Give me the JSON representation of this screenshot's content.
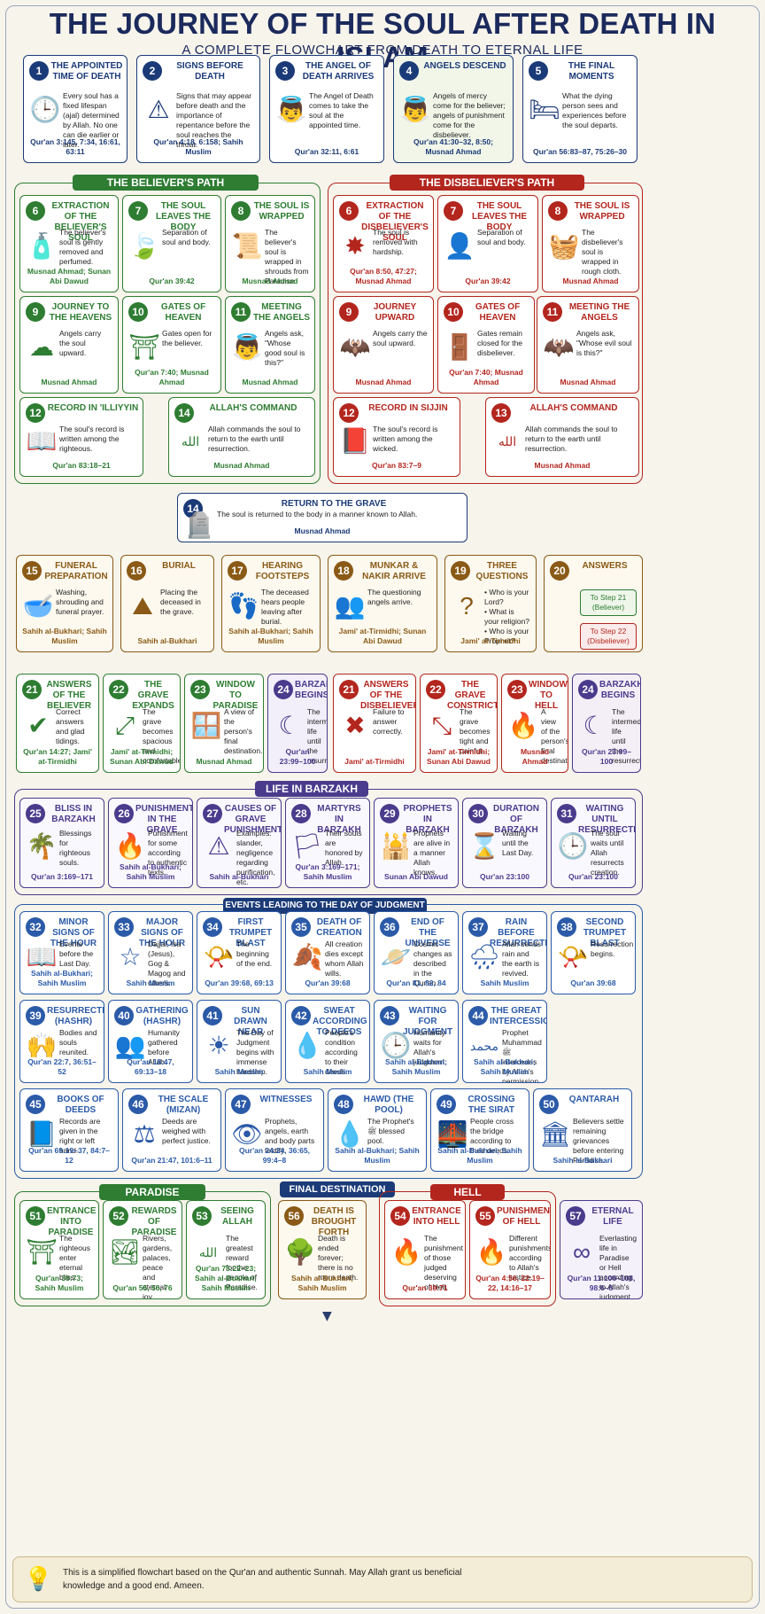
{
  "title": "THE JOURNEY OF THE SOUL AFTER DEATH IN ISLAM",
  "subtitle": "A COMPLETE FLOWCHART FROM DEATH TO ETERNAL LIFE",
  "colors": {
    "navy": "#1b3a78",
    "green": "#2e7d32",
    "red": "#b3261e",
    "brown": "#8a5a16",
    "purple": "#4a3b8c",
    "blue": "#2b5aa8"
  },
  "sections": {
    "believer": "THE BELIEVER'S PATH",
    "disbeliever": "THE DISBELIEVER'S PATH",
    "barzakh": "LIFE IN BARZAKH",
    "events": "EVENTS LEADING TO THE DAY OF JUDGMENT",
    "paradise": "PARADISE",
    "final": "FINAL DESTINATION",
    "hell": "HELL"
  },
  "top_steps": [
    {
      "n": "1",
      "title": "THE APPOINTED TIME OF DEATH",
      "icon": "clock-icon",
      "glyph": "🕒",
      "desc": "Every soul has a fixed lifespan (ajal) determined by Allah. No one can die earlier or later.",
      "ref": "Qur'an 3:145, 7:34, 16:61, 63:11"
    },
    {
      "n": "2",
      "title": "SIGNS BEFORE DEATH",
      "icon": "warning-icon",
      "glyph": "⚠",
      "desc": "Signs that may appear before death and the importance of repentance before the soul reaches the throat.",
      "ref": "Qur'an 4:18, 6:158; Sahih Muslim"
    },
    {
      "n": "3",
      "title": "THE ANGEL OF DEATH ARRIVES",
      "icon": "angel-icon",
      "glyph": "👼",
      "desc": "The Angel of Death comes to take the soul at the appointed time.",
      "ref": "Qur'an 32:11, 6:61"
    },
    {
      "n": "4",
      "title": "ANGELS DESCEND",
      "icon": "angel-icon",
      "glyph": "👼",
      "desc": "Angels of mercy come for the believer; angels of punishment come for the disbeliever.",
      "ref": "Qur'an 41:30–32, 8:50; Musnad Ahmad"
    },
    {
      "n": "5",
      "title": "THE FINAL MOMENTS",
      "icon": "bed-icon",
      "glyph": "🛏",
      "desc": "What the dying person sees and experiences before the soul departs.",
      "ref": "Qur'an 56:83–87, 75:26–30"
    }
  ],
  "believer_steps": [
    {
      "n": "6",
      "title": "EXTRACTION OF THE BELIEVER'S SOUL",
      "icon": "perfume-icon",
      "glyph": "🧴",
      "desc": "The believer's soul is gently removed and perfumed.",
      "ref": "Musnad Ahmad; Sunan Abi Dawud"
    },
    {
      "n": "7",
      "title": "THE SOUL LEAVES THE BODY",
      "icon": "leaf-icon",
      "glyph": "🍃",
      "desc": "Separation of soul and body.",
      "ref": "Qur'an 39:42"
    },
    {
      "n": "8",
      "title": "THE SOUL IS WRAPPED",
      "icon": "shroud-icon",
      "glyph": "📜",
      "desc": "The believer's soul is wrapped in shrouds from Paradise.",
      "ref": "Musnad Ahmad"
    },
    {
      "n": "9",
      "title": "JOURNEY TO THE HEAVENS",
      "icon": "cloud-icon",
      "glyph": "☁",
      "desc": "Angels carry the soul upward.",
      "ref": "Musnad Ahmad"
    },
    {
      "n": "10",
      "title": "GATES OF HEAVEN",
      "icon": "gate-icon",
      "glyph": "⛩",
      "desc": "Gates open for the believer.",
      "ref": "Qur'an 7:40; Musnad Ahmad"
    },
    {
      "n": "11",
      "title": "MEETING THE ANGELS",
      "icon": "angel-icon",
      "glyph": "👼",
      "desc": "Angels ask, \"Whose good soul is this?\"",
      "ref": "Musnad Ahmad"
    },
    {
      "n": "12",
      "title": "RECORD IN 'ILLIYYIN",
      "icon": "book-icon",
      "glyph": "📖",
      "desc": "The soul's record is written among the righteous.",
      "ref": "Qur'an 83:18–21"
    },
    {
      "n": "14",
      "title": "ALLAH'S COMMAND",
      "icon": "calligraphy-icon",
      "glyph": "الله",
      "desc": "Allah commands the soul to return to the earth until resurrection.",
      "ref": "Musnad Ahmad"
    }
  ],
  "disbeliever_steps": [
    {
      "n": "6",
      "title": "EXTRACTION OF THE DISBELIEVER'S SOUL",
      "icon": "burst-icon",
      "glyph": "✸",
      "desc": "The soul is removed with hardship.",
      "ref": "Qur'an 8:50, 47:27; Musnad Ahmad"
    },
    {
      "n": "7",
      "title": "THE SOUL LEAVES THE BODY",
      "icon": "person-icon",
      "glyph": "👤",
      "desc": "Separation of soul and body.",
      "ref": "Qur'an 39:42"
    },
    {
      "n": "8",
      "title": "THE SOUL IS WRAPPED",
      "icon": "cloth-icon",
      "glyph": "🧺",
      "desc": "The disbeliever's soul is wrapped in rough cloth.",
      "ref": "Musnad Ahmad"
    },
    {
      "n": "9",
      "title": "JOURNEY UPWARD",
      "icon": "dark-angel-icon",
      "glyph": "🦇",
      "desc": "Angels carry the soul upward.",
      "ref": "Musnad Ahmad"
    },
    {
      "n": "10",
      "title": "GATES OF HEAVEN",
      "icon": "gate-icon",
      "glyph": "🚪",
      "desc": "Gates remain closed for the disbeliever.",
      "ref": "Qur'an 7:40; Musnad Ahmad"
    },
    {
      "n": "11",
      "title": "MEETING THE ANGELS",
      "icon": "dark-angel-icon",
      "glyph": "🦇",
      "desc": "Angels ask, \"Whose evil soul is this?\"",
      "ref": "Musnad Ahmad"
    },
    {
      "n": "12",
      "title": "RECORD IN SIJJIN",
      "icon": "book-icon",
      "glyph": "📕",
      "desc": "The soul's record is written among the wicked.",
      "ref": "Qur'an 83:7–9"
    },
    {
      "n": "13",
      "title": "ALLAH'S COMMAND",
      "icon": "calligraphy-icon",
      "glyph": "الله",
      "desc": "Allah commands the soul to return to the earth until resurrection.",
      "ref": "Musnad Ahmad"
    }
  ],
  "grave": {
    "n": "14",
    "title": "RETURN TO THE GRAVE",
    "icon": "grave-icon",
    "glyph": "🪦",
    "desc": "The soul is returned to the body in a manner known to Allah.",
    "ref": "Musnad Ahmad"
  },
  "grave_steps": [
    {
      "n": "15",
      "title": "FUNERAL PREPARATION",
      "icon": "water-bowl-icon",
      "glyph": "🥣",
      "desc": "Washing, shrouding and funeral prayer.",
      "ref": "Sahih al-Bukhari; Sahih Muslim"
    },
    {
      "n": "16",
      "title": "BURIAL",
      "icon": "soil-icon",
      "glyph": "⛰",
      "desc": "Placing the deceased in the grave.",
      "ref": "Sahih al-Bukhari"
    },
    {
      "n": "17",
      "title": "HEARING FOOTSTEPS",
      "icon": "footprints-icon",
      "glyph": "👣",
      "desc": "The deceased hears people leaving after burial.",
      "ref": "Sahih al-Bukhari; Sahih Muslim"
    },
    {
      "n": "18",
      "title": "MUNKAR & NAKIR ARRIVE",
      "icon": "angels-icon",
      "glyph": "👥",
      "desc": "The questioning angels arrive.",
      "ref": "Jami' at-Tirmidhi; Sunan Abi Dawud"
    },
    {
      "n": "19",
      "title": "THREE QUESTIONS",
      "icon": "question-icon",
      "glyph": "?",
      "desc": "• Who is your Lord?\n• What is your religion?\n• Who is your Prophet?",
      "ref": "Jami' at-Tirmidhi"
    }
  ],
  "answers": {
    "n": "20",
    "title": "ANSWERS",
    "to21": "To Step 21 (Believer)",
    "to22": "To Step 22 (Disbeliever)"
  },
  "outcome_good": [
    {
      "n": "21",
      "title": "ANSWERS OF THE BELIEVER",
      "icon": "check-icon",
      "glyph": "✔",
      "desc": "Correct answers and glad tidings.",
      "ref": "Qur'an 14:27; Jami' at-Tirmidhi"
    },
    {
      "n": "22",
      "title": "THE GRAVE EXPANDS",
      "icon": "expand-icon",
      "glyph": "⤢",
      "desc": "The grave becomes spacious and comfortable.",
      "ref": "Jami' at-Tirmidhi; Sunan Abi Dawud"
    },
    {
      "n": "23",
      "title": "WINDOW TO PARADISE",
      "icon": "window-icon",
      "glyph": "🪟",
      "desc": "A view of the person's final destination.",
      "ref": "Musnad Ahmad"
    },
    {
      "n": "24",
      "title": "BARZAKH BEGINS",
      "icon": "moon-icon",
      "glyph": "☾",
      "desc": "The intermediate life until the resurrection.",
      "ref": "Qur'an 23:99–100"
    }
  ],
  "outcome_bad": [
    {
      "n": "21",
      "title": "ANSWERS OF THE DISBELIEVER",
      "icon": "cross-icon",
      "glyph": "✖",
      "desc": "Failure to answer correctly.",
      "ref": "Jami' at-Tirmidhi"
    },
    {
      "n": "22",
      "title": "THE GRAVE CONSTRICTS",
      "icon": "constrict-icon",
      "glyph": "⤡",
      "desc": "The grave becomes tight and painful.",
      "ref": "Jami' at-Tirmidhi; Sunan Abi Dawud"
    },
    {
      "n": "23",
      "title": "WINDOW TO HELL",
      "icon": "fire-window-icon",
      "glyph": "🔥",
      "desc": "A view of the person's final destination.",
      "ref": "Musnad Ahmad"
    },
    {
      "n": "24",
      "title": "BARZAKH BEGINS",
      "icon": "moon-icon",
      "glyph": "☾",
      "desc": "The intermediate life until the resurrection.",
      "ref": "Qur'an 23:99–100"
    }
  ],
  "barzakh": [
    {
      "n": "25",
      "title": "BLISS IN BARZAKH",
      "icon": "palm-icon",
      "glyph": "🌴",
      "desc": "Blessings for righteous souls.",
      "ref": "Qur'an 3:169–171"
    },
    {
      "n": "26",
      "title": "PUNISHMENT IN THE GRAVE",
      "icon": "fire-icon",
      "glyph": "🔥",
      "desc": "Punishment for some according to authentic texts.",
      "ref": "Sahih al-Bukhari; Sahih Muslim"
    },
    {
      "n": "27",
      "title": "CAUSES OF GRAVE PUNISHMENT",
      "icon": "warning-icon",
      "glyph": "⚠",
      "desc": "Examples: slander, negligence regarding purification, etc.",
      "ref": "Sahih al-Bukhari"
    },
    {
      "n": "28",
      "title": "MARTYRS IN BARZAKH",
      "icon": "flag-icon",
      "glyph": "🏳",
      "desc": "Their souls are honored by Allah.",
      "ref": "Qur'an 3:169–171; Sahih Muslim"
    },
    {
      "n": "29",
      "title": "PROPHETS IN BARZAKH",
      "icon": "mosque-icon",
      "glyph": "🕌",
      "desc": "Prophets are alive in a manner Allah knows.",
      "ref": "Sunan Abi Dawud"
    },
    {
      "n": "30",
      "title": "DURATION OF BARZAKH",
      "icon": "hourglass-icon",
      "glyph": "⌛",
      "desc": "Waiting until the Last Day.",
      "ref": "Qur'an 23:100"
    },
    {
      "n": "31",
      "title": "WAITING UNTIL RESURRECTION",
      "icon": "clock-icon",
      "glyph": "🕒",
      "desc": "The soul waits until Allah resurrects creation.",
      "ref": "Qur'an 23:100"
    }
  ],
  "events": [
    {
      "n": "32",
      "title": "MINOR SIGNS OF THE HOUR",
      "icon": "book-icon",
      "glyph": "📖",
      "desc": "Events before the Last Day.",
      "ref": "Sahih al-Bukhari; Sahih Muslim"
    },
    {
      "n": "33",
      "title": "MAJOR SIGNS OF THE HOUR",
      "icon": "star-icon",
      "glyph": "☆",
      "desc": "Dajjal, Isa (Jesus), Gog & Magog and others.",
      "ref": "Sahih Muslim"
    },
    {
      "n": "34",
      "title": "FIRST TRUMPET BLAST",
      "icon": "trumpet-icon",
      "glyph": "📯",
      "desc": "The beginning of the end.",
      "ref": "Qur'an 39:68, 69:13"
    },
    {
      "n": "35",
      "title": "DEATH OF CREATION",
      "icon": "leaf-icon",
      "glyph": "🍂",
      "desc": "All creation dies except whom Allah wills.",
      "ref": "Qur'an 39:68"
    },
    {
      "n": "36",
      "title": "END OF THE UNIVERSE",
      "icon": "planet-icon",
      "glyph": "🪐",
      "desc": "Cosmic changes as described in the Qur'an.",
      "ref": "Qur'an 81, 82, 84"
    },
    {
      "n": "37",
      "title": "RAIN BEFORE RESURRECTION",
      "icon": "rain-icon",
      "glyph": "🌧",
      "desc": "Allah sends rain and the earth is revived.",
      "ref": "Sahih Muslim"
    },
    {
      "n": "38",
      "title": "SECOND TRUMPET BLAST",
      "icon": "trumpet-icon",
      "glyph": "📯",
      "desc": "Resurrection begins.",
      "ref": "Qur'an 39:68"
    },
    {
      "n": "39",
      "title": "RESURRECTION (HASHR)",
      "icon": "person-rising-icon",
      "glyph": "🙌",
      "desc": "Bodies and souls reunited.",
      "ref": "Qur'an 22:7, 36:51–52"
    },
    {
      "n": "40",
      "title": "GATHERING (HASHR)",
      "icon": "crowd-icon",
      "glyph": "👥",
      "desc": "Humanity gathered before Allah.",
      "ref": "Qur'an 18:47, 69:13–18"
    },
    {
      "n": "41",
      "title": "SUN DRAWN NEAR",
      "icon": "sun-icon",
      "glyph": "☀",
      "desc": "The Day of Judgment begins with immense hardship.",
      "ref": "Sahih Muslim"
    },
    {
      "n": "42",
      "title": "SWEAT ACCORDING TO DEEDS",
      "icon": "drop-icon",
      "glyph": "💧",
      "desc": "People's condition according to their deeds.",
      "ref": "Sahih Muslim"
    },
    {
      "n": "43",
      "title": "WAITING FOR JUDGMENT",
      "icon": "clock-icon",
      "glyph": "🕒",
      "desc": "Humanity waits for Allah's judgment.",
      "ref": "Sahih al-Bukhari; Sahih Muslim"
    },
    {
      "n": "44",
      "title": "THE GREAT INTERCESSION",
      "icon": "calligraphy-icon",
      "glyph": "محمد",
      "desc": "Prophet Muhammad ﷺ intercedes by Allah's permission.",
      "ref": "Sahih al-Bukhari; Sahih Muslim"
    },
    {
      "n": "45",
      "title": "BOOKS OF DEEDS",
      "icon": "book-icon",
      "glyph": "📘",
      "desc": "Records are given in the right or left hand.",
      "ref": "Qur'an 69:19–37, 84:7–12"
    },
    {
      "n": "46",
      "title": "THE SCALE (MIZAN)",
      "icon": "scale-icon",
      "glyph": "⚖",
      "desc": "Deeds are weighed with perfect justice.",
      "ref": "Qur'an 21:47, 101:6–11"
    },
    {
      "n": "47",
      "title": "WITNESSES",
      "icon": "eye-icon",
      "glyph": "👁",
      "desc": "Prophets, angels, earth and body parts testify.",
      "ref": "Qur'an 24:24, 36:65, 99:4–8"
    },
    {
      "n": "48",
      "title": "HAWD (THE POOL)",
      "icon": "drop-icon",
      "glyph": "💧",
      "desc": "The Prophet's ﷺ blessed pool.",
      "ref": "Sahih al-Bukhari; Sahih Muslim"
    },
    {
      "n": "49",
      "title": "CROSSING THE SIRAT",
      "icon": "bridge-icon",
      "glyph": "🌉",
      "desc": "People cross the bridge according to their deeds.",
      "ref": "Sahih al-Bukhari; Sahih Muslim"
    },
    {
      "n": "50",
      "title": "QANTARAH",
      "icon": "arch-icon",
      "glyph": "🏛",
      "desc": "Believers settle remaining grievances before entering Paradise.",
      "ref": "Sahih al-Bukhari"
    }
  ],
  "paradise": [
    {
      "n": "51",
      "title": "ENTRANCE INTO PARADISE",
      "icon": "gate-icon",
      "glyph": "⛩",
      "desc": "The righteous enter eternal bliss.",
      "ref": "Qur'an 39:73; Sahih Muslim"
    },
    {
      "n": "52",
      "title": "REWARDS OF PARADISE",
      "icon": "garden-icon",
      "glyph": "🏞",
      "desc": "Rivers, gardens, palaces, peace and eternal joy.",
      "ref": "Qur'an 55, 56, 76"
    },
    {
      "n": "53",
      "title": "SEEING ALLAH",
      "icon": "calligraphy-icon",
      "glyph": "الله",
      "desc": "The greatest reward for the people of Paradise.",
      "ref": "Qur'an 75:22–23; Sahih al-Bukhari; Sahih Muslim"
    }
  ],
  "final": {
    "n": "56",
    "title": "DEATH IS BROUGHT FORTH",
    "icon": "tree-icon",
    "glyph": "🌳",
    "desc": "Death is ended forever; there is no more death.",
    "ref": "Sahih al-Bukhari; Sahih Muslim"
  },
  "hell": [
    {
      "n": "54",
      "title": "ENTRANCE INTO HELL",
      "icon": "hell-gate-icon",
      "glyph": "🔥",
      "desc": "The punishment of those judged deserving of Hell.",
      "ref": "Qur'an 39:71"
    },
    {
      "n": "55",
      "title": "PUNISHMENTS OF HELL",
      "icon": "fire-icon",
      "glyph": "🔥",
      "desc": "Different punishments according to Allah's justice.",
      "ref": "Qur'an 4:56, 22:19–22, 14:16–17"
    }
  ],
  "eternal": {
    "n": "57",
    "title": "ETERNAL LIFE",
    "icon": "infinity-icon",
    "glyph": "∞",
    "desc": "Everlasting life in Paradise or Hell according to Allah's judgment.",
    "ref": "Qur'an 11:106–108, 98:6–8"
  },
  "footer": "This is a simplified flowchart based on the Qur'an and authentic Sunnah. May Allah grant us beneficial knowledge and a good end. Ameen.",
  "footer_icon": "lightbulb-icon"
}
